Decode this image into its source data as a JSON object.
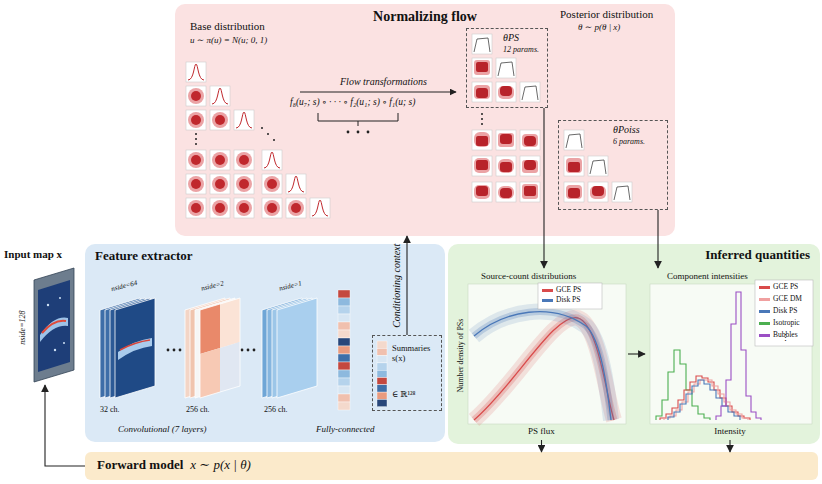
{
  "diagram": {
    "nodes": [
      {
        "text": [
          "Normalizing flow"
        ]
      },
      {
        "text": [
          "θPS",
          "12 params."
        ],
        "in": 0
      },
      {
        "text": [
          "θPoiss",
          "6 params."
        ],
        "in": 0
      },
      {
        "text": [
          "Input map x",
          "nside=128"
        ]
      },
      {
        "text": [
          "Feature extractor"
        ]
      },
      {
        "text": [
          "Summaries s(x)",
          "∈ ℝ¹²⁸"
        ],
        "in": 4
      },
      {
        "text": [
          "Inferred quantities"
        ]
      },
      {
        "text": [
          "Source-count distributions",
          "Number density of PSs",
          "PS flux"
        ],
        "in": 6
      },
      {
        "text": [
          "Component intensities",
          "Intensity"
        ],
        "in": 6
      },
      {
        "text": [
          "Forward model",
          "x ∼ p(x | θ)"
        ]
      }
    ],
    "edges": [
      {
        "from": 5,
        "to": 0,
        "label": "Conditioning context",
        "arrow": "to"
      },
      {
        "from": 1,
        "to": 7,
        "arrow": "to"
      },
      {
        "from": 2,
        "to": 8,
        "arrow": "to"
      },
      {
        "from": 7,
        "to": 8,
        "arrow": "to"
      },
      {
        "from": 7,
        "to": 9,
        "arrow": "to"
      },
      {
        "from": 8,
        "to": 9,
        "arrow": "to"
      },
      {
        "from": 9,
        "to": 3,
        "arrow": "to"
      }
    ],
    "labels": [
      "Base distribution",
      "u ∼ π(u) = N(u; 0, 1)",
      "Posterior distribution",
      "θ ∼ p(θ | x)",
      "Flow transformations",
      "f₈(u₇; s) ∘ · · · ∘ f₂(u₁; s) ∘ f₁(u; s)",
      "nside=64",
      "nside=2",
      "nside=1",
      "32 ch.",
      "256 ch.",
      "256 ch.",
      "Convolutional (7 layers)",
      "Fully-connected",
      "⋮"
    ],
    "legend": [
      {
        "text": "GCE PS",
        "color": "#d94b4b"
      },
      {
        "text": "Disk PS",
        "color": "#4a78b8"
      },
      {
        "text": "GCE PS",
        "color": "#d94b4b"
      },
      {
        "text": "GCE DM",
        "color": "#f0a0a0"
      },
      {
        "text": "Disk PS",
        "color": "#4a78b8"
      },
      {
        "text": "Isotropic",
        "color": "#4caf50"
      },
      {
        "text": "Bubbles",
        "color": "#9b4fc4"
      }
    ]
  }
}
